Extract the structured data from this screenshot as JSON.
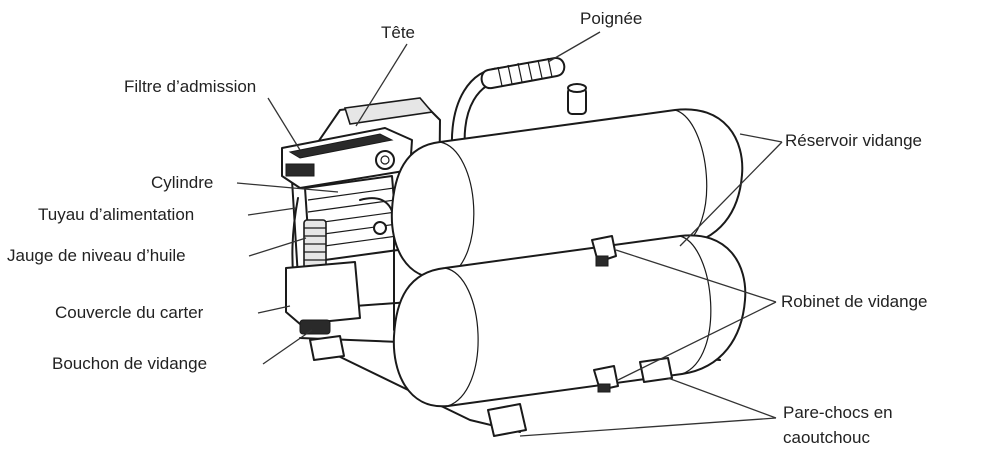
{
  "labels": {
    "tete": "Tête",
    "poignee": "Poignée",
    "filtre": "Filtre d’admission",
    "reservoir": "Réservoir vidange",
    "cylindre": "Cylindre",
    "tuyau": "Tuyau d’alimentation",
    "jauge": "Jauge de niveau d’huile",
    "couvercle": "Couvercle du carter",
    "robinet": "Robinet de vidange",
    "bouchon": "Bouchon de vidange",
    "parechocs_line1": "Pare-chocs en",
    "parechocs_line2": "caoutchouc"
  }
}
